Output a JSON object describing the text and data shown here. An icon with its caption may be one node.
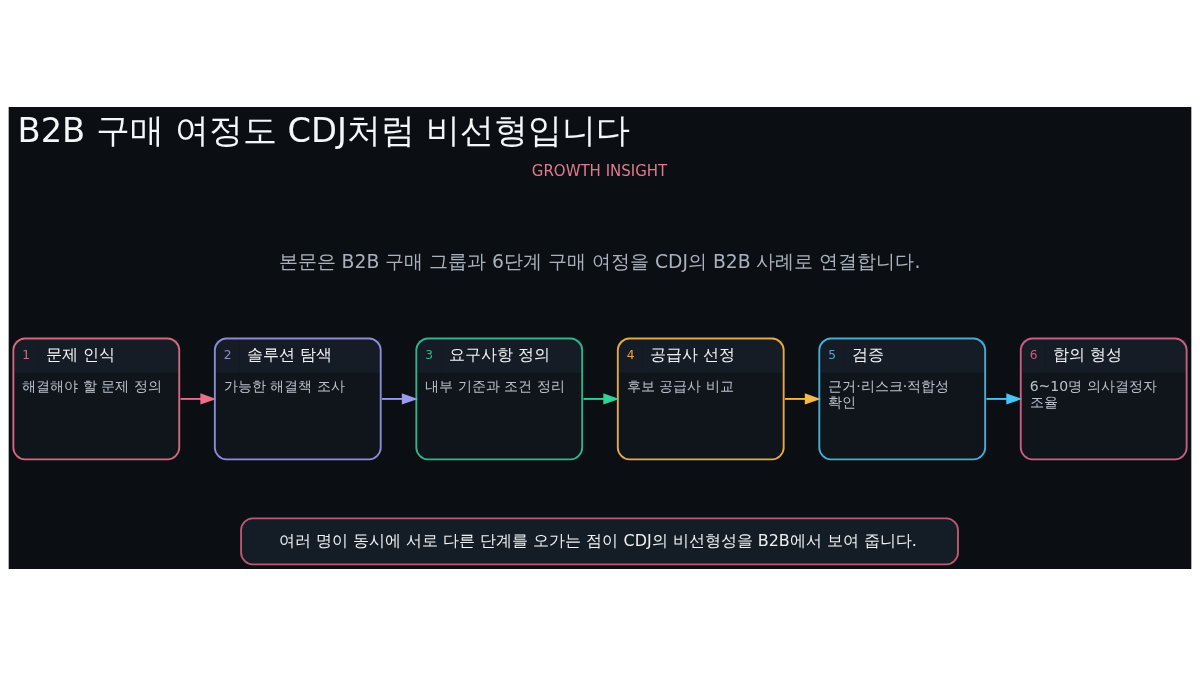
{
  "diagram": {
    "title": "B2B 구매 여정도 CDJ처럼 비선형입니다",
    "nodes": [
      {
        "text": [
          "1",
          "문제 인식",
          "해결해야 할 문제 정의"
        ]
      },
      {
        "text": [
          "2",
          "솔루션 탐색",
          "가능한 해결책 조사"
        ]
      },
      {
        "text": [
          "3",
          "요구사항 정의",
          "내부 기준과 조건 정리"
        ]
      },
      {
        "text": [
          "4",
          "공급사 선정",
          "후보 공급사 비교"
        ]
      },
      {
        "text": [
          "5",
          "검증",
          "근거·리스크·적합성 확인"
        ]
      },
      {
        "text": [
          "6",
          "합의 형성",
          "6~10명 의사결정자 조율"
        ]
      },
      {
        "text": [
          "여러 명이 동시에 서로 다른 단계를 오가는 점이 CDJ의 비선형성을 B2B에서 보여 줍니다."
        ]
      }
    ],
    "edges": [
      {
        "from": 0,
        "to": 1,
        "arrow": "to",
        "color": "#e8708a"
      },
      {
        "from": 1,
        "to": 2,
        "arrow": "to",
        "color": "#9a9cf0"
      },
      {
        "from": 2,
        "to": 3,
        "arrow": "to",
        "color": "#34d19a"
      },
      {
        "from": 3,
        "to": 4,
        "arrow": "to",
        "color": "#f5b94c"
      },
      {
        "from": 4,
        "to": 5,
        "arrow": "to",
        "color": "#4cc3f0"
      }
    ],
    "labels": [
      "GROWTH INSIGHT",
      "본문은 B2B 구매 그룹과 6단계 구매 여정을 CDJ의 B2B 사례로 연결합니다."
    ]
  }
}
